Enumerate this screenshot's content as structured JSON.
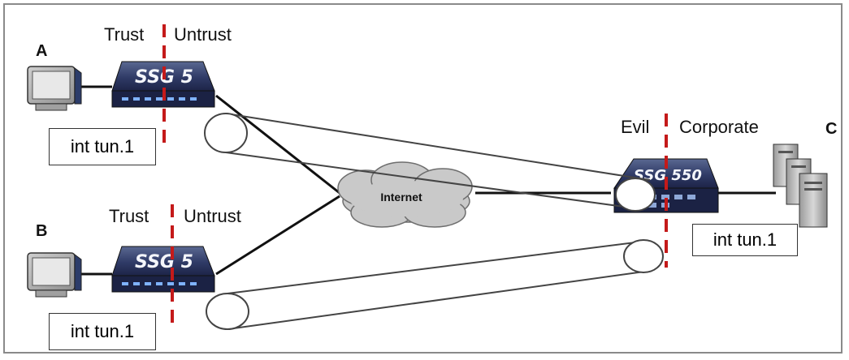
{
  "host_a": {
    "letter": "A",
    "zone_left": "Trust",
    "zone_right": "Untrust",
    "device": "SSG 5",
    "interface": "int tun.1"
  },
  "host_b": {
    "letter": "B",
    "zone_left": "Trust",
    "zone_right": "Untrust",
    "device": "SSG 5",
    "interface": "int tun.1"
  },
  "site_c": {
    "letter": "C",
    "zone_left": "Evil",
    "zone_right": "Corporate",
    "device": "SSG 550",
    "interface": "int tun.1"
  },
  "internet_label": "Internet",
  "colors": {
    "zone_divider": "#c41a1a",
    "device_body": "#2b3560",
    "cloud": "#c9c9c9",
    "tunnel_stroke": "#4a4a4a",
    "frame": "#8a8a8a"
  }
}
